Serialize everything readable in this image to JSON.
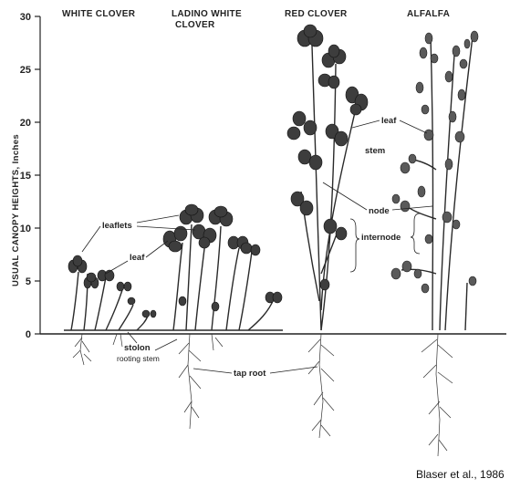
{
  "titles": {
    "white_clover": "WHITE CLOVER",
    "ladino_line1": "LADINO WHITE",
    "ladino_line2": "CLOVER",
    "red_clover": "RED CLOVER",
    "alfalfa": "ALFALFA"
  },
  "axis": {
    "title": "USUAL CANOPY HEIGHTS, Inches",
    "ticks": [
      "0",
      "5",
      "10",
      "15",
      "20",
      "25",
      "30"
    ],
    "min": 0,
    "max": 30
  },
  "labels": {
    "leaflets": "leaflets",
    "leaf_left": "leaf",
    "stolon": "stolon",
    "rooting_stem": "rooting stem",
    "tap_root": "tap root",
    "leaf_right": "leaf",
    "stem": "stem",
    "node": "node",
    "internode": "internode"
  },
  "credit": "Blaser et al., 1986"
}
